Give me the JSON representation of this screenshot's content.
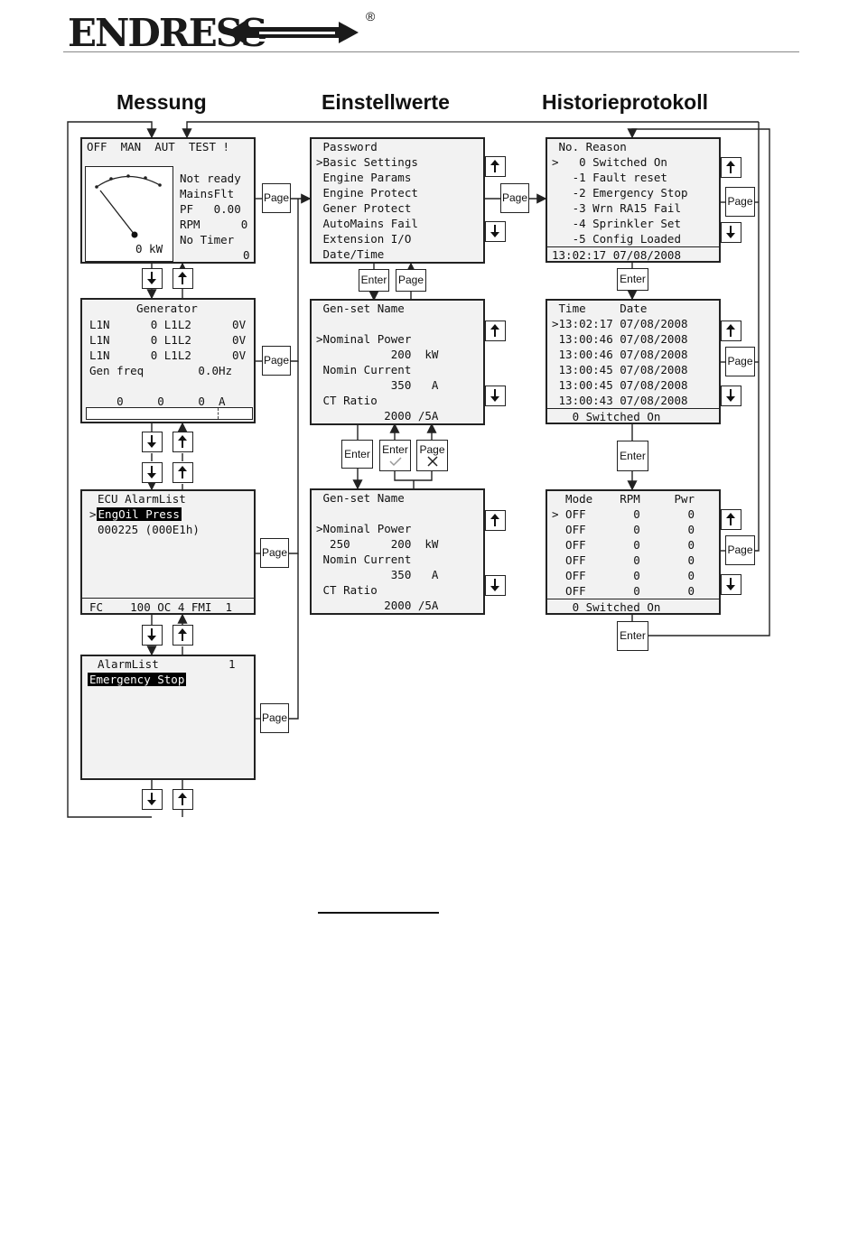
{
  "logo": {
    "text": "ENDRESS",
    "reg": "®"
  },
  "columns": {
    "left": "Messung",
    "middle": "Einstellwerte",
    "right": "Historieprotokoll"
  },
  "buttons": {
    "page": "Page",
    "enter": "Enter"
  },
  "m1": {
    "modes": "OFF  MAN  AUT  TEST !",
    "status": [
      "Not ready",
      "MainsFlt",
      "PF   0.00",
      "RPM      0",
      "No Timer"
    ],
    "kw": "0 kW",
    "right_value": "0"
  },
  "m2": {
    "title": "Generator",
    "rows": [
      "L1N      0 L1L2      0V",
      "L1N      0 L1L2      0V",
      "L1N      0 L1L2      0V",
      "Gen freq        0.0Hz"
    ],
    "bottom": "    0     0     0  A"
  },
  "m3": {
    "title": "ECU AlarmList",
    "selected": "EngOil Press",
    "code": "000225 (000E1h)",
    "footer": "FC    100 OC 4 FMI  1"
  },
  "m4": {
    "title": "AlarmList",
    "count": "1",
    "item": "Emergency Stop"
  },
  "e1": {
    "rows": [
      " Password",
      ">Basic Settings",
      " Engine Params",
      " Engine Protect",
      " Gener Protect",
      " AutoMains Fail",
      " Extension I/O",
      " Date/Time"
    ]
  },
  "e2": {
    "rows": [
      " Gen-set Name",
      "",
      ">Nominal Power",
      "           200  kW",
      " Nomin Current",
      "           350   A",
      " CT Ratio",
      "          2000 /5A"
    ]
  },
  "e3": {
    "rows": [
      " Gen-set Name",
      "",
      ">Nominal Power",
      "  250      200  kW",
      " Nomin Current",
      "           350   A",
      " CT Ratio",
      "          2000 /5A"
    ]
  },
  "h1": {
    "rows": [
      " No. Reason",
      ">   0 Switched On",
      "   -1 Fault reset",
      "   -2 Emergency Stop",
      "   -3 Wrn RA15 Fail",
      "   -4 Sprinkler Set",
      "   -5 Config Loaded"
    ],
    "footer": "13:02:17 07/08/2008"
  },
  "h2": {
    "rows": [
      " Time     Date",
      ">13:02:17 07/08/2008",
      " 13:00:46 07/08/2008",
      " 13:00:46 07/08/2008",
      " 13:00:45 07/08/2008",
      " 13:00:45 07/08/2008",
      " 13:00:43 07/08/2008"
    ],
    "footer": "   0 Switched On"
  },
  "h3": {
    "rows": [
      "  Mode    RPM     Pwr",
      "> OFF       0       0",
      "  OFF       0       0",
      "  OFF       0       0",
      "  OFF       0       0",
      "  OFF       0       0",
      "  OFF       0       0"
    ],
    "footer": "   0 Switched On"
  }
}
